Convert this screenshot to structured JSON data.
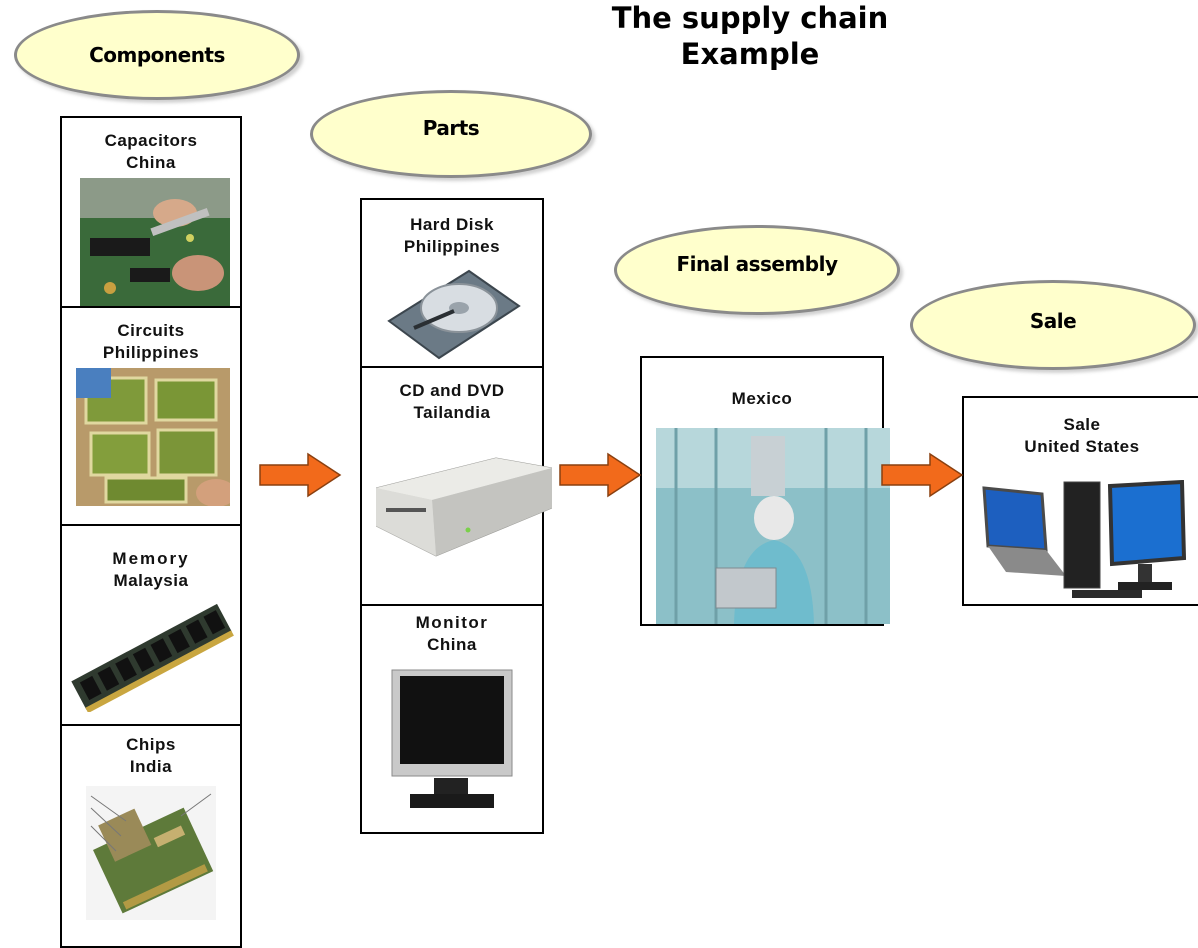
{
  "title": {
    "line1": "The supply chain",
    "line2": "Example"
  },
  "stages": {
    "components": "Components",
    "parts": "Parts",
    "final_assembly": "Final assembly",
    "sale": "Sale"
  },
  "components": [
    {
      "name": "Capacitors",
      "country": "China"
    },
    {
      "name": "Circuits",
      "country": "Philippines"
    },
    {
      "name": "Memory",
      "country": "Malaysia"
    },
    {
      "name": "Chips",
      "country": "India"
    }
  ],
  "parts": [
    {
      "name": "Hard Disk",
      "country": "Philippines"
    },
    {
      "name": "CD and DVD",
      "country": "Tailandia"
    },
    {
      "name": "Monitor",
      "country": "China"
    }
  ],
  "assembly": {
    "country": "Mexico"
  },
  "sale_box": {
    "name": "Sale",
    "country": "United States"
  },
  "colors": {
    "ellipse_fill": "#ffffcc",
    "ellipse_border": "#8a8a8a",
    "arrow": "#f26a1b"
  },
  "icons": [
    "capacitors-photo",
    "circuit-board-photo",
    "memory-module-photo",
    "chip-board-photo",
    "hard-disk-photo",
    "cd-dvd-drive-photo",
    "monitor-photo",
    "factory-worker-photo",
    "computers-photo"
  ]
}
